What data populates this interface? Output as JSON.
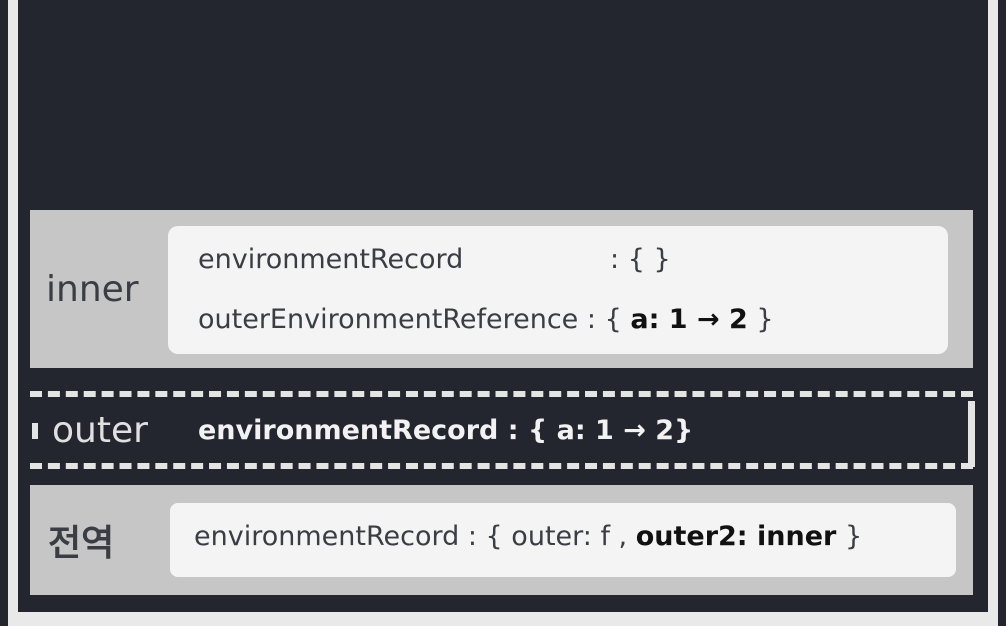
{
  "contexts": {
    "inner": {
      "label": "inner",
      "rows": [
        {
          "key": "environmentRecord",
          "sep": ":",
          "value": "{ }"
        },
        {
          "key": "outerEnvironmentReference",
          "sep": ":",
          "value_prefix": "{",
          "value": "a: 1 → 2",
          "value_suffix": "}"
        }
      ]
    },
    "outer": {
      "label": "outer",
      "key": "environmentRecord",
      "sep": ":",
      "value": "{ a: 1 → 2}"
    },
    "global": {
      "label": "전역",
      "key": "environmentRecord",
      "sep": ":",
      "value_prefix": "{ outer: f ,",
      "value": "outer2: inner",
      "value_suffix": "}"
    }
  }
}
